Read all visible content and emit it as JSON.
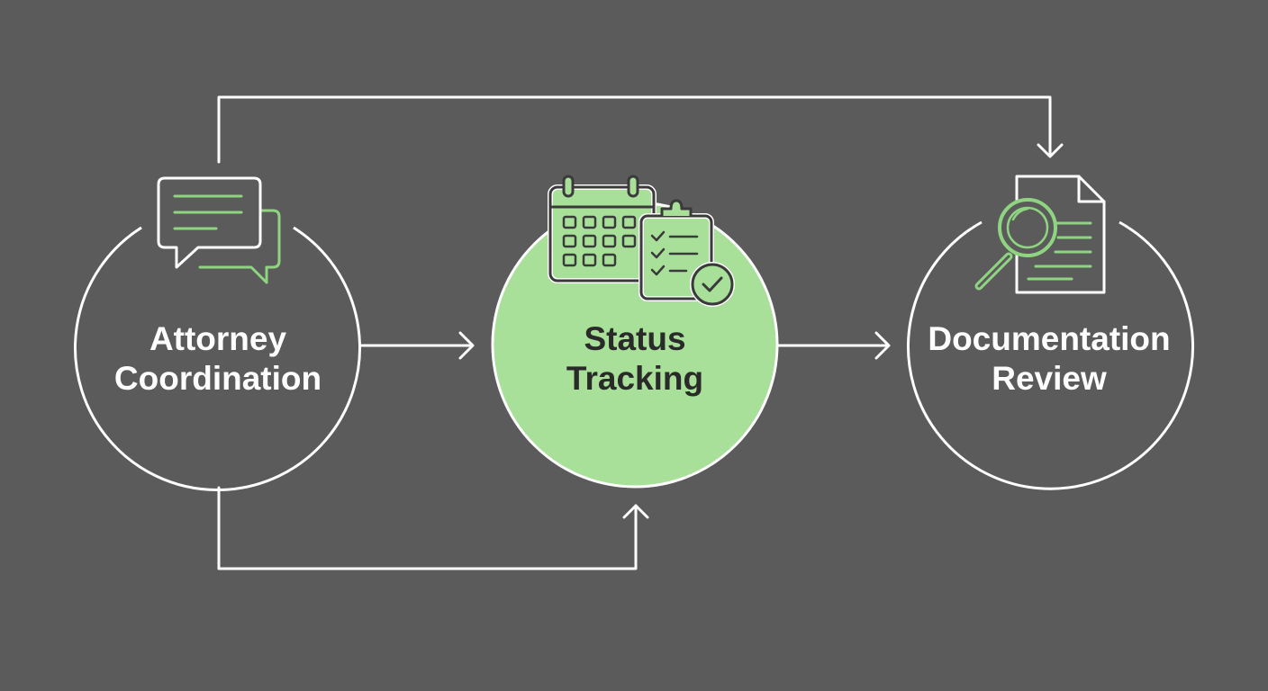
{
  "colors": {
    "background": "#5b5b5b",
    "line": "#ffffff",
    "accent": "#a8e09a",
    "icon_accent": "#8fd581",
    "dark_text": "#2a2a2a",
    "light_text": "#ffffff"
  },
  "nodes": [
    {
      "id": "attorney-coordination",
      "line1": "Attorney",
      "line2": "Coordination",
      "highlighted": false,
      "icon": "chat-bubbles-icon"
    },
    {
      "id": "status-tracking",
      "line1": "Status",
      "line2": "Tracking",
      "highlighted": true,
      "icon": "calendar-checklist-icon"
    },
    {
      "id": "documentation-review",
      "line1": "Documentation",
      "line2": "Review",
      "highlighted": false,
      "icon": "document-magnifier-icon"
    }
  ],
  "edges": [
    {
      "from": "attorney-coordination",
      "to": "status-tracking",
      "route": "direct"
    },
    {
      "from": "status-tracking",
      "to": "documentation-review",
      "route": "direct"
    },
    {
      "from": "attorney-coordination",
      "to": "documentation-review",
      "route": "over-top"
    },
    {
      "from": "attorney-coordination",
      "to": "status-tracking",
      "route": "under-bottom"
    }
  ]
}
